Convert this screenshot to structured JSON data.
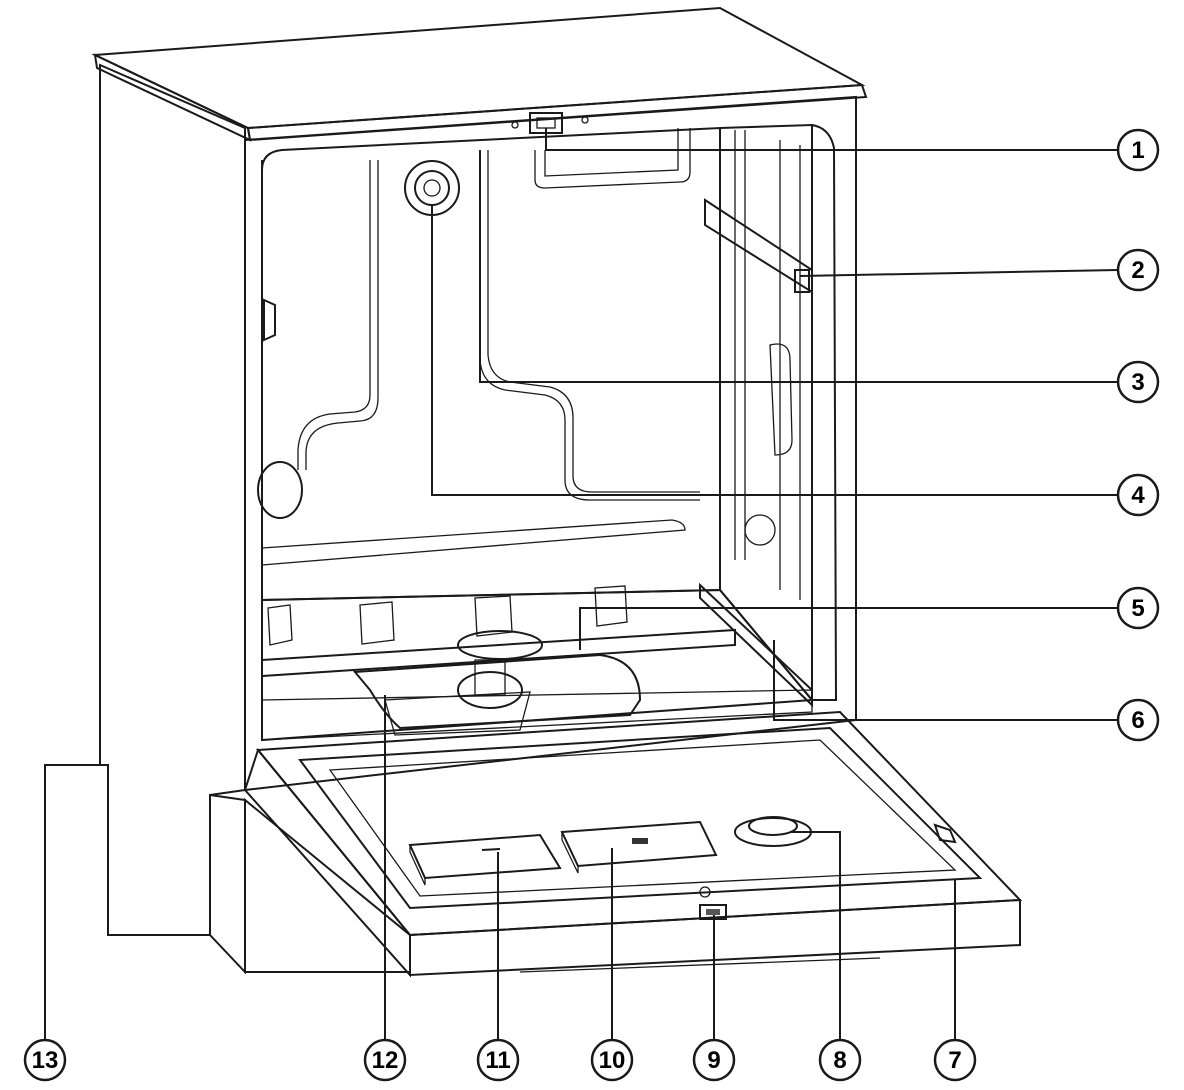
{
  "callouts": [
    {
      "id": "1",
      "label": "1"
    },
    {
      "id": "2",
      "label": "2"
    },
    {
      "id": "3",
      "label": "3"
    },
    {
      "id": "4",
      "label": "4"
    },
    {
      "id": "5",
      "label": "5"
    },
    {
      "id": "6",
      "label": "6"
    },
    {
      "id": "7",
      "label": "7"
    },
    {
      "id": "8",
      "label": "8"
    },
    {
      "id": "9",
      "label": "9"
    },
    {
      "id": "10",
      "label": "10"
    },
    {
      "id": "11",
      "label": "11"
    },
    {
      "id": "12",
      "label": "12"
    },
    {
      "id": "13",
      "label": "13"
    }
  ],
  "colors": {
    "line": "#1a1a1a",
    "cabinet": "#f2f2f2",
    "cavity": "#b3b3b3",
    "cavity_dark": "#8c8c8c",
    "plinth": "#7a7a7a",
    "door": "#f5f5f5",
    "callout_fill": "#ffffff"
  }
}
